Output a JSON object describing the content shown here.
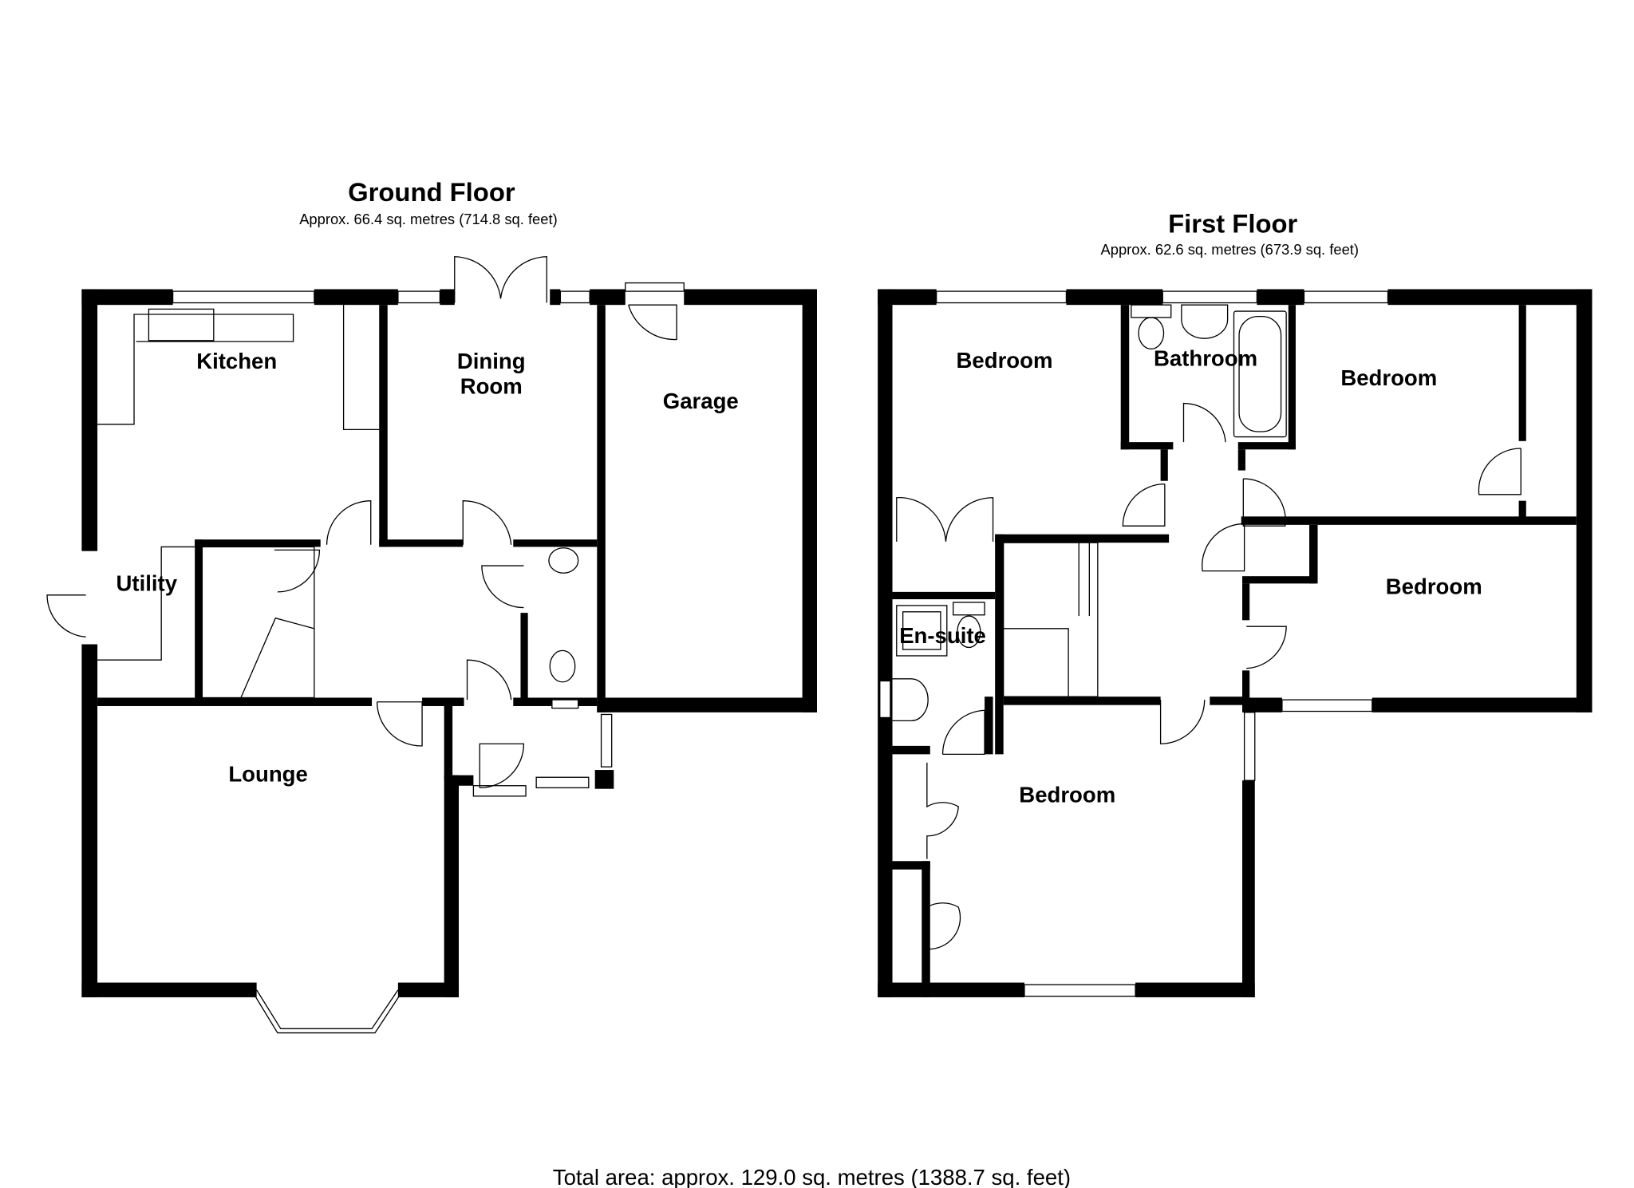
{
  "ground_floor": {
    "title": "Ground Floor",
    "area": "Approx. 66.4 sq. metres (714.8 sq. feet)",
    "rooms": [
      "Kitchen",
      "Dining",
      "Room",
      "Garage",
      "Utility",
      "Lounge"
    ]
  },
  "first_floor": {
    "title": "First Floor",
    "area": "Approx. 62.6 sq. metres (673.9 sq. feet)",
    "rooms": [
      "Bedroom",
      "Bathroom",
      "Bedroom",
      "Bedroom",
      "En-suite",
      "Bedroom"
    ]
  },
  "total_area": "Total area: approx. 129.0 sq. metres (1388.7 sq. feet)"
}
